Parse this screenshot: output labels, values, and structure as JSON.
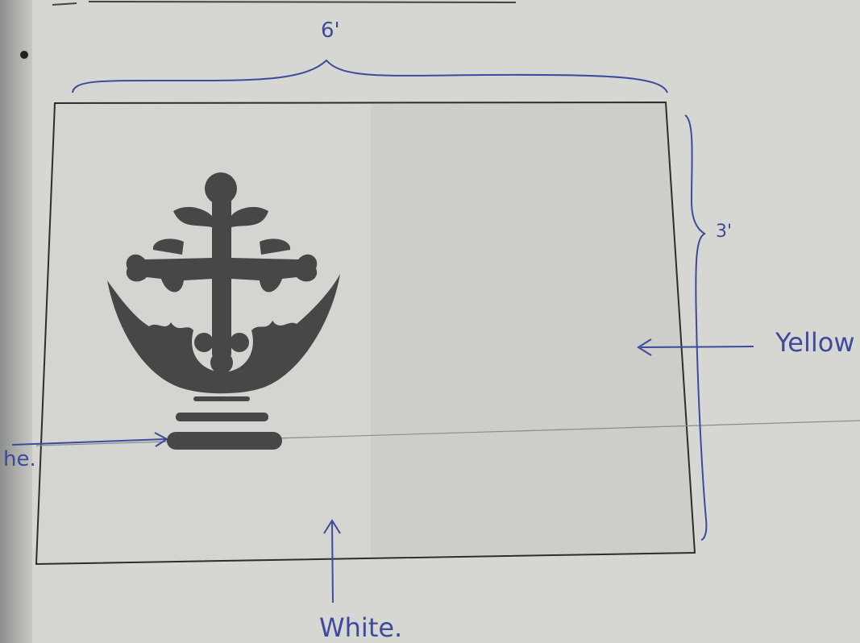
{
  "sketch": {
    "width_label": "6'",
    "height_label": "3'",
    "right_annotation": "Yellow",
    "bottom_annotation": "White.",
    "left_annotation_fragment": "he."
  },
  "colors": {
    "ink_pen": "#3e4a9c",
    "pencil": "#2f2f2f",
    "emblem": "#4a4a4a",
    "paper": "#d9d9d6"
  },
  "icons": {
    "emblem": "ornate-cross-on-pedestal-icon"
  }
}
